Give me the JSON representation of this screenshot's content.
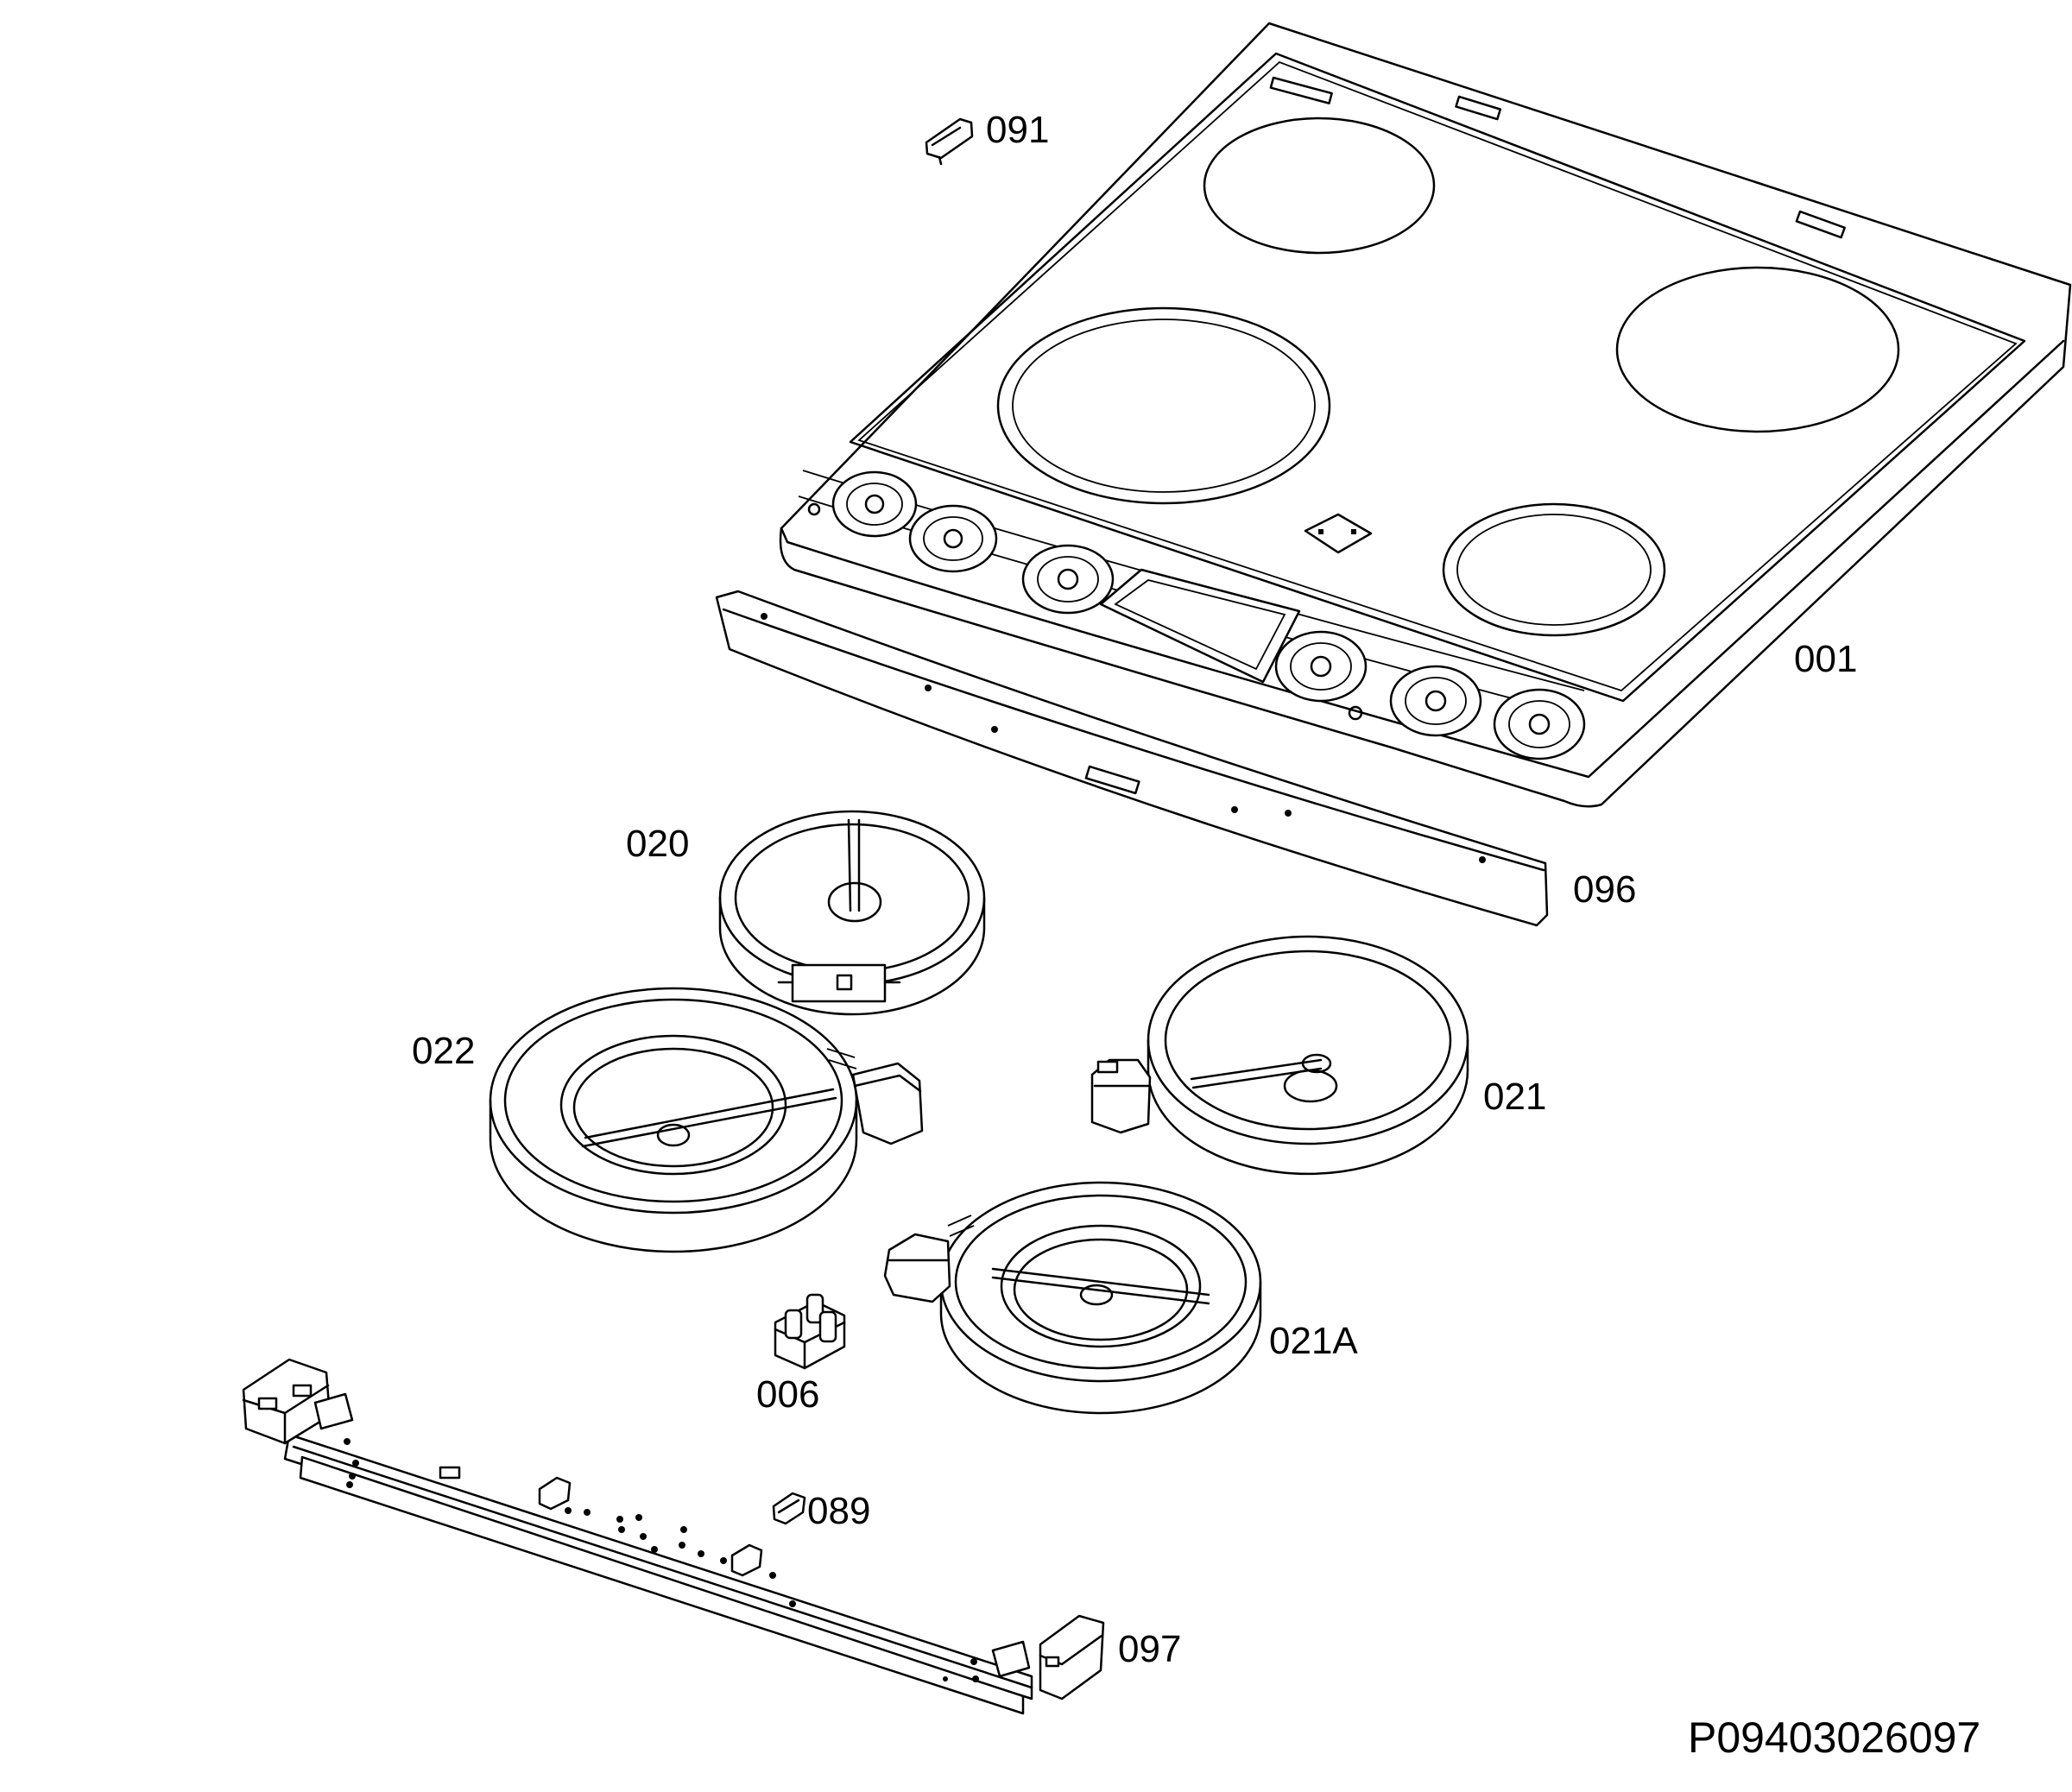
{
  "labels": {
    "p001": "001",
    "p091": "091",
    "p096": "096",
    "p020": "020",
    "p022": "022",
    "p021": "021",
    "p021a": "021A",
    "p006": "006",
    "p089": "089",
    "p097": "097"
  },
  "drawing_code": "P09403026097"
}
